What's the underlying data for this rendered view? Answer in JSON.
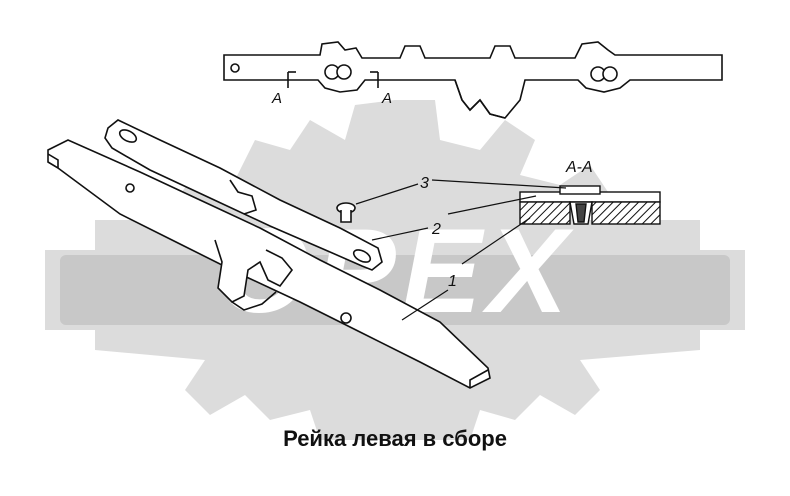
{
  "diagram": {
    "caption": "Рейка левая в сборе",
    "section_label": "А-А",
    "section_mark_left": "А",
    "section_mark_right": "А",
    "callouts": [
      "1",
      "2",
      "3"
    ]
  },
  "watermark": {
    "text": "OPEX",
    "color": "#d9d9d9",
    "text_color": "#ffffff"
  }
}
